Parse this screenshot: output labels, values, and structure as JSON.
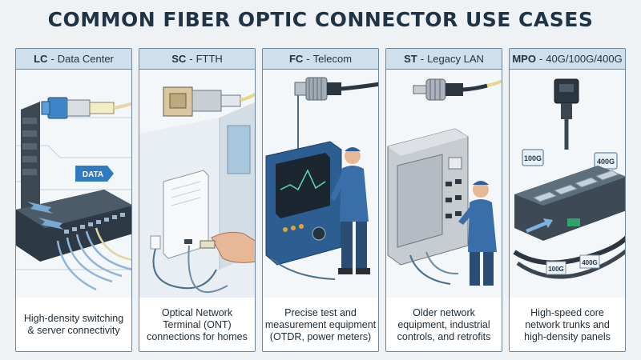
{
  "title": "COMMON FIBER OPTIC CONNECTOR USE CASES",
  "panels": [
    {
      "connector": "LC",
      "sep": "-",
      "use": "Data Center",
      "caption": [
        "High-density switching",
        "& server connectivity"
      ],
      "badges": [
        "DATA"
      ]
    },
    {
      "connector": "SC",
      "sep": "-",
      "use": "FTTH",
      "caption": [
        "Optical Network",
        "Terminal (ONT)",
        "connections for homes"
      ],
      "badges": []
    },
    {
      "connector": "FC",
      "sep": "-",
      "use": "Telecom",
      "caption": [
        "Precise test and",
        "measurement equipment",
        "(OTDR, power meters)"
      ],
      "badges": []
    },
    {
      "connector": "ST",
      "sep": "-",
      "use": "Legacy LAN",
      "caption": [
        "Older network",
        "equipment, industrial",
        "controls, and retrofits"
      ],
      "badges": []
    },
    {
      "connector": "MPO",
      "sep": "-",
      "use": "40G/100G/400G",
      "caption": [
        "High-speed core",
        "network trunks and",
        "high-density panels"
      ],
      "badges": [
        "100G",
        "400G",
        "100G",
        "400G"
      ]
    }
  ]
}
